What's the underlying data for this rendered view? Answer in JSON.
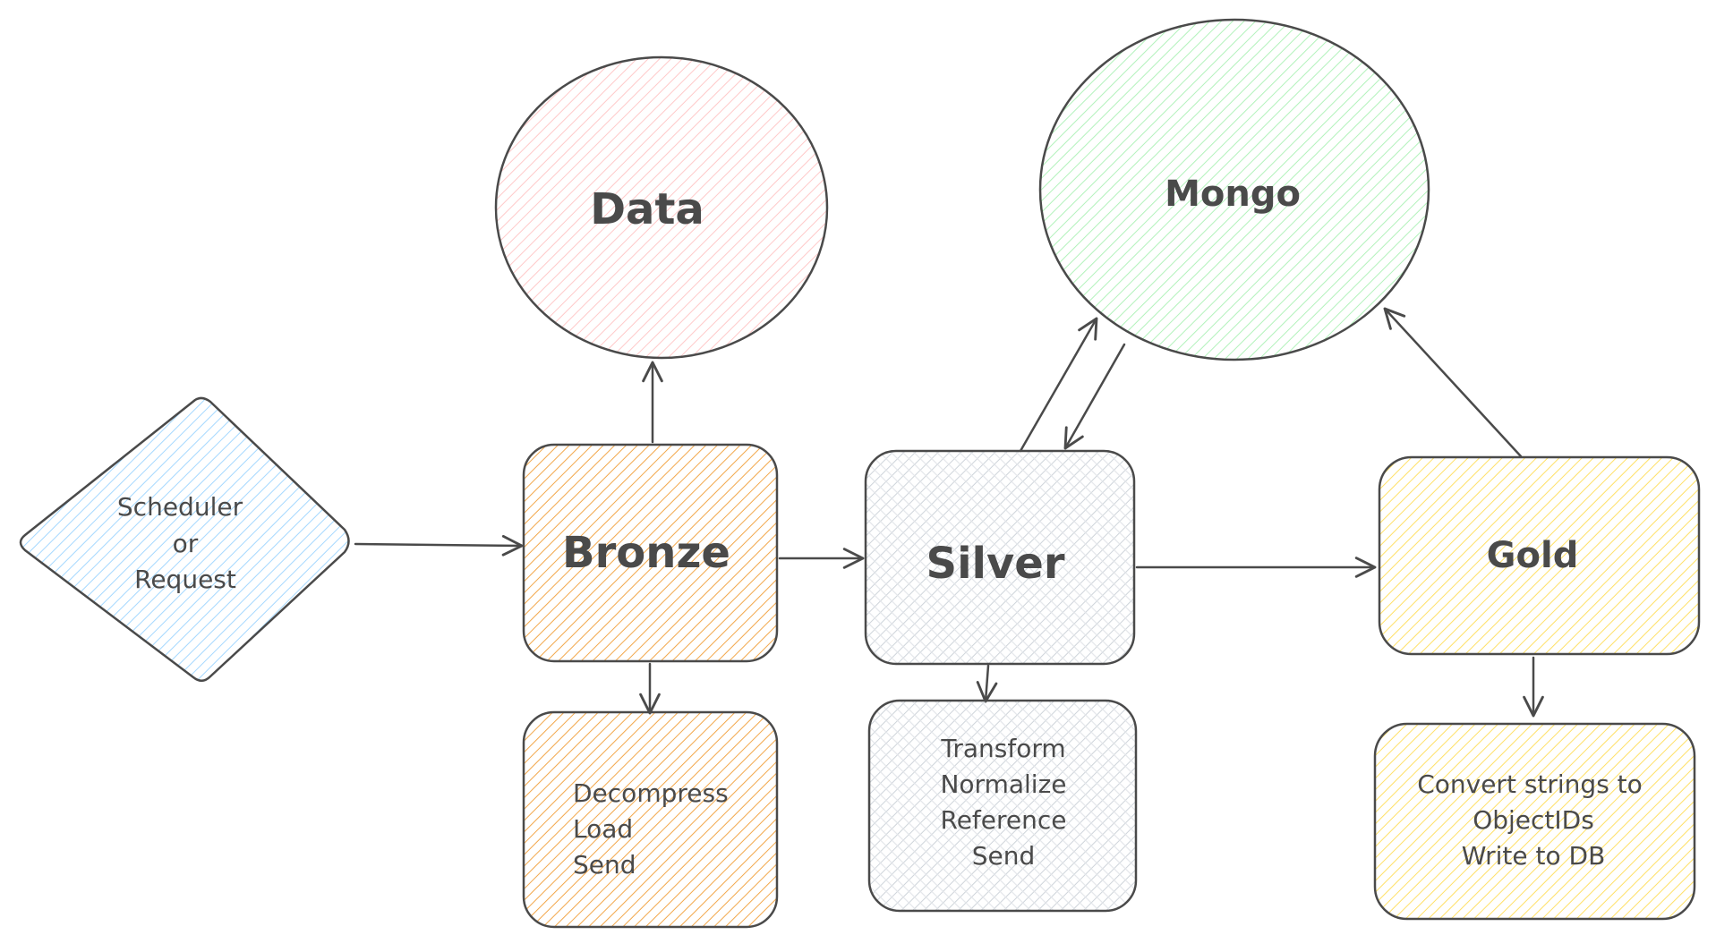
{
  "colors": {
    "stroke": "#4a4a4a",
    "diamond": "#a5d8ff",
    "data": "#ffc9c9",
    "mongo": "#b2f2bb",
    "bronze": "#f2a74a",
    "silver": "#dee2e6",
    "gold": "#ffec99"
  },
  "nodes": {
    "trigger": {
      "line1": "Scheduler",
      "line2": "or",
      "line3": "Request"
    },
    "data": {
      "label": "Data"
    },
    "mongo": {
      "label": "Mongo"
    },
    "bronze": {
      "label": "Bronze"
    },
    "silver": {
      "label": "Silver"
    },
    "gold": {
      "label": "Gold"
    }
  },
  "notes": {
    "bronze": [
      "Decompress",
      "Load",
      "Send"
    ],
    "silver": [
      "Transform",
      "Normalize",
      "Reference",
      "Send"
    ],
    "gold": [
      "Convert strings to",
      "ObjectIDs",
      "Write to DB"
    ]
  }
}
